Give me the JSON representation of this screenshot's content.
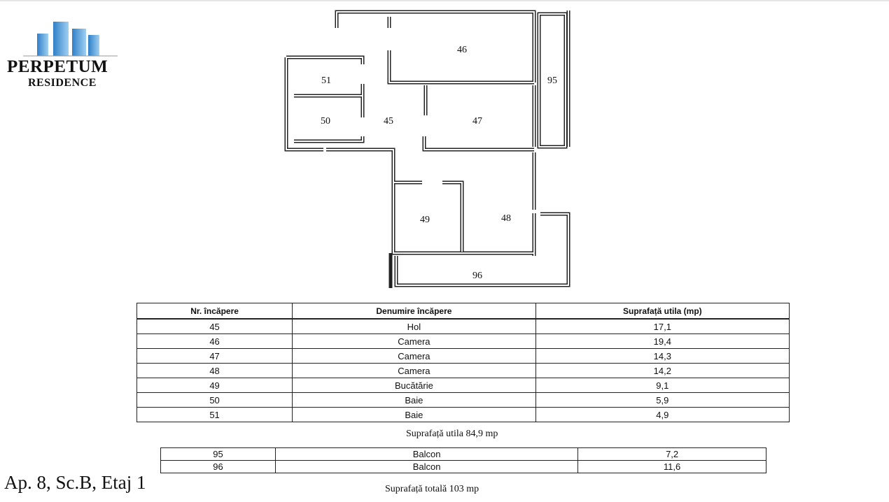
{
  "brand": {
    "name": "PERPETUM",
    "sub": "RESIDENCE"
  },
  "plan": {
    "rooms": [
      "46",
      "95",
      "51",
      "50",
      "45",
      "47",
      "49",
      "48",
      "96"
    ]
  },
  "rooms_table": {
    "headers": [
      "Nr. încăpere",
      "Denumire încăpere",
      "Suprafață utila (mp)"
    ],
    "rows": [
      [
        "45",
        "Hol",
        "17,1"
      ],
      [
        "46",
        "Camera",
        "19,4"
      ],
      [
        "47",
        "Camera",
        "14,3"
      ],
      [
        "48",
        "Camera",
        "14,2"
      ],
      [
        "49",
        "Bucătărie",
        "9,1"
      ],
      [
        "50",
        "Baie",
        "5,9"
      ],
      [
        "51",
        "Baie",
        "4,9"
      ]
    ]
  },
  "useful_total": "Suprafață utila 84,9 mp",
  "balcony_table": {
    "rows": [
      [
        "95",
        "Balcon",
        "7,2"
      ],
      [
        "96",
        "Balcon",
        "11,6"
      ]
    ]
  },
  "grand_total": "Suprafață totală 103 mp",
  "apartment": "Ap. 8, Sc.B, Etaj 1"
}
